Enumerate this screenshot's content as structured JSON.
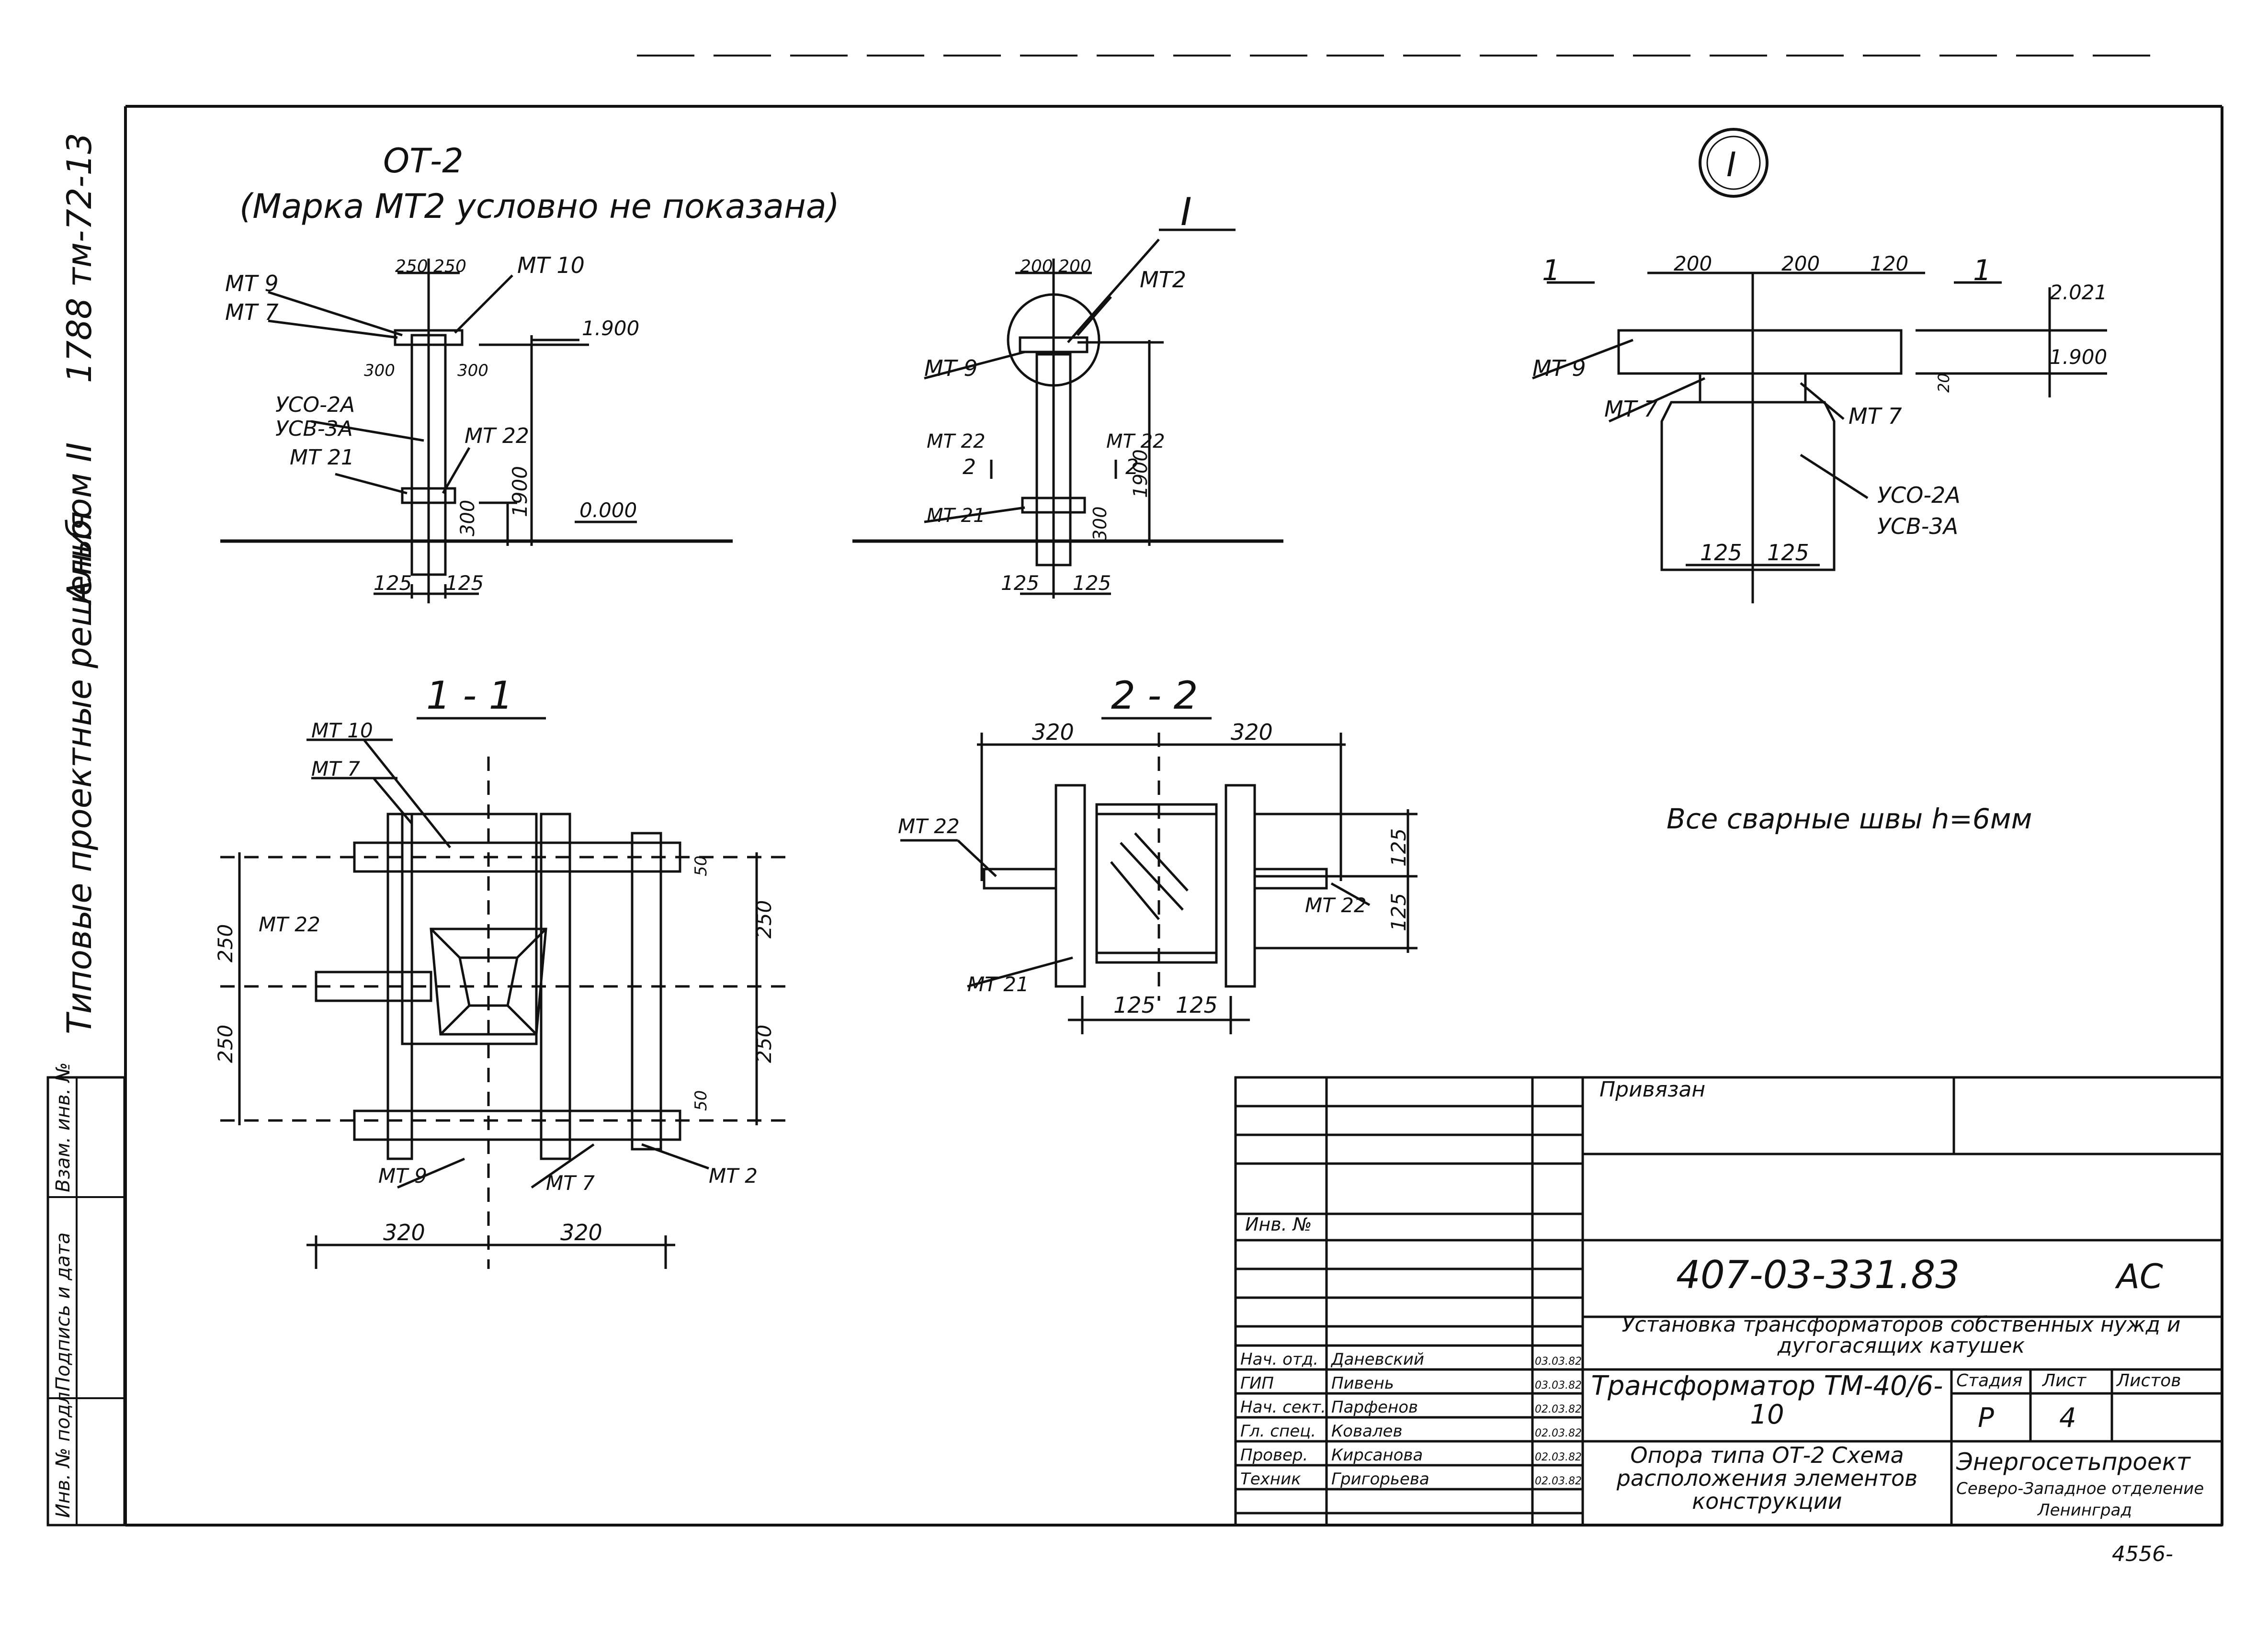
{
  "side_margin": {
    "album_code": "1788 тм-72-13",
    "album_no": "Альбом II",
    "series": "Типовые проектные решения",
    "inv_orig": "Инв. № подл.",
    "sign_date": "Подпись и дата",
    "inv_replace": "Взам. инв. №"
  },
  "view_ot2": {
    "title": "ОТ-2",
    "subtitle": "(Марка МТ2 условно не показана)",
    "labels": {
      "mt9": "МТ 9",
      "mt7": "МТ 7",
      "mt10": "МТ 10",
      "uso": "УСО-2А",
      "usv": "УСВ-3А",
      "mt22": "МТ 22",
      "mt21": "МТ 21"
    },
    "dims": {
      "top": "250 250",
      "d300a": "300",
      "d300b": "300",
      "d1900": "1900",
      "d300c": "300",
      "d125a": "125",
      "d125b": "125",
      "lvl_top": "1.900",
      "lvl_ground": "0.000"
    }
  },
  "view_center": {
    "callout": "I",
    "labels": {
      "mt2": "МТ2",
      "mt9": "МТ 9",
      "mt22a": "МТ 22",
      "mt22b": "МТ 22",
      "mt21": "МТ 21",
      "sec2a": "2",
      "sec2b": "2"
    },
    "dims": {
      "top": "200 200",
      "d1900": "1900",
      "d300": "300",
      "d125a": "125",
      "d125b": "125"
    }
  },
  "detail_I": {
    "marker": "I",
    "section_left": "1",
    "section_right": "1",
    "labels": {
      "mt9": "МТ 9",
      "mt7a": "МТ 7",
      "mt7b": "МТ 7",
      "uso": "УСО-2А",
      "usv": "УСВ-3А"
    },
    "dims": {
      "d200a": "200",
      "d200b": "200",
      "d120": "120",
      "d20": "20",
      "d125a": "125",
      "d125b": "125",
      "lvl_a": "2.021",
      "lvl_b": "1.900"
    }
  },
  "section_11": {
    "title": "1 - 1",
    "labels": {
      "mt10": "МТ 10",
      "mt7a": "МТ 7",
      "mt22": "МТ 22",
      "mt9": "МТ 9",
      "mt7b": "МТ 7",
      "mt2": "МТ 2"
    },
    "dims": {
      "l250a": "250",
      "l250b": "250",
      "r250a": "250",
      "r250b": "250",
      "r50a": "50",
      "r50b": "50",
      "b320a": "320",
      "b320b": "320"
    }
  },
  "section_22": {
    "title": "2 - 2",
    "labels": {
      "mt22a": "МТ 22",
      "mt22b": "МТ 22",
      "mt21": "МТ 21"
    },
    "dims": {
      "t320a": "320",
      "t320b": "320",
      "r125a": "125",
      "r125b": "125",
      "b125a": "125",
      "b125b": "125"
    }
  },
  "note": "Все сварные швы h=6мм",
  "title_block": {
    "privyazan": "Привязан",
    "inv_no": "Инв. №",
    "doc_code": "407-03-331.83",
    "mark": "АС",
    "project_title": "Установка трансформаторов собственных нужд и дугогасящих катушек",
    "sheet_title": "Трансформатор ТМ-40/6-10",
    "drawing_title": "Опора типа ОТ-2 Схема расположения элементов конструкции",
    "stage_hdr": "Стадия",
    "sheet_hdr": "Лист",
    "sheets_hdr": "Листов",
    "stage": "Р",
    "sheet": "4",
    "sheets": "",
    "org": "Энергосетьпроект",
    "org_branch": "Северо-Западное отделение",
    "org_city": "Ленинград",
    "signers": [
      {
        "role": "Нач. отд.",
        "name": "Даневский",
        "date": "03.03.82"
      },
      {
        "role": "ГИП",
        "name": "Пивень",
        "date": "03.03.82"
      },
      {
        "role": "Нач. сект.",
        "name": "Парфенов",
        "date": "02.03.82"
      },
      {
        "role": "Гл. спец.",
        "name": "Ковалев",
        "date": "02.03.82"
      },
      {
        "role": "Провер.",
        "name": "Кирсанова",
        "date": "02.03.82"
      },
      {
        "role": "Техник",
        "name": "Григорьева",
        "date": "02.03.82"
      }
    ]
  },
  "footer_code": "4556-"
}
